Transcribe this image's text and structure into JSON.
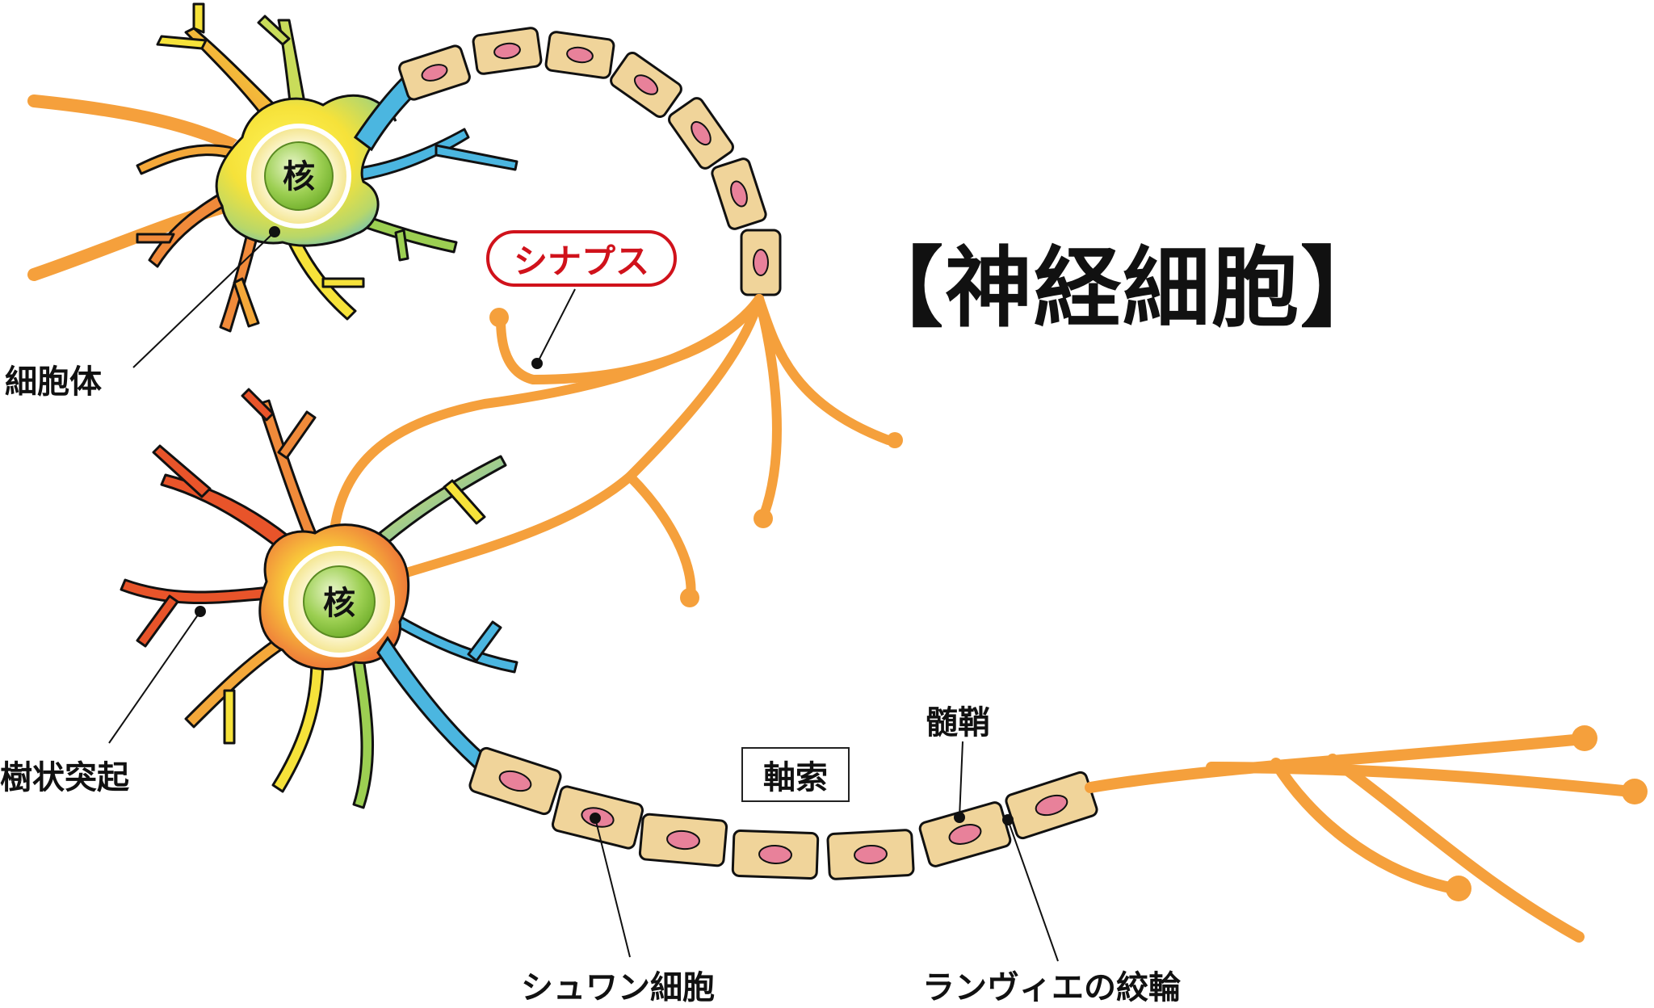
{
  "title": "【神経細胞】",
  "labels": {
    "nucleus_top": "核",
    "nucleus_bottom": "核",
    "cell_body": "細胞体",
    "synapse": "シナプス",
    "dendrite": "樹状突起",
    "axon": "軸索",
    "myelin": "髄鞘",
    "schwann_cell": "シュワン細胞",
    "node_of_ranvier": "ランヴィエの絞輪"
  },
  "colors": {
    "fiber_orange": "#f5a03c",
    "myelin_fill": "#f0d49a",
    "myelin_nucleus": "#e8819a",
    "nucleus_green": "#8cc63f",
    "synapse_red": "#d0121b",
    "axon_hillock_blue": "#3aa0d8"
  }
}
